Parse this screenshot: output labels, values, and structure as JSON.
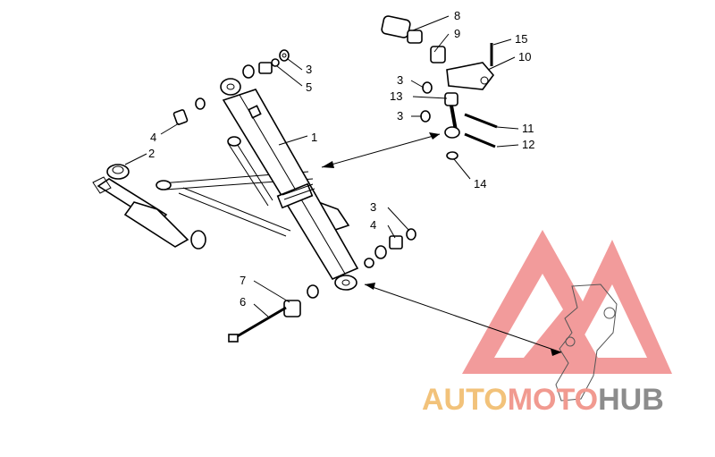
{
  "callouts": [
    {
      "id": "c1",
      "text": "1"
    },
    {
      "id": "c2",
      "text": "2"
    },
    {
      "id": "c3a",
      "text": "3"
    },
    {
      "id": "c3b",
      "text": "3"
    },
    {
      "id": "c3c",
      "text": "3"
    },
    {
      "id": "c3d",
      "text": "3"
    },
    {
      "id": "c4a",
      "text": "4"
    },
    {
      "id": "c4b",
      "text": "4"
    },
    {
      "id": "c5",
      "text": "5"
    },
    {
      "id": "c6",
      "text": "6"
    },
    {
      "id": "c7",
      "text": "7"
    },
    {
      "id": "c8",
      "text": "8"
    },
    {
      "id": "c9",
      "text": "9"
    },
    {
      "id": "c10",
      "text": "10"
    },
    {
      "id": "c11",
      "text": "11"
    },
    {
      "id": "c12",
      "text": "12"
    },
    {
      "id": "c13",
      "text": "13"
    },
    {
      "id": "c14",
      "text": "14"
    },
    {
      "id": "c15",
      "text": "15"
    }
  ],
  "watermark": {
    "part1": "AUTO",
    "part2": "MOTO",
    "part3": "HUB",
    "colors": {
      "auto": "#f2c27a",
      "moto": "#f19a90",
      "hub": "#8c8c8c",
      "triangle": "#f08a8a"
    }
  }
}
